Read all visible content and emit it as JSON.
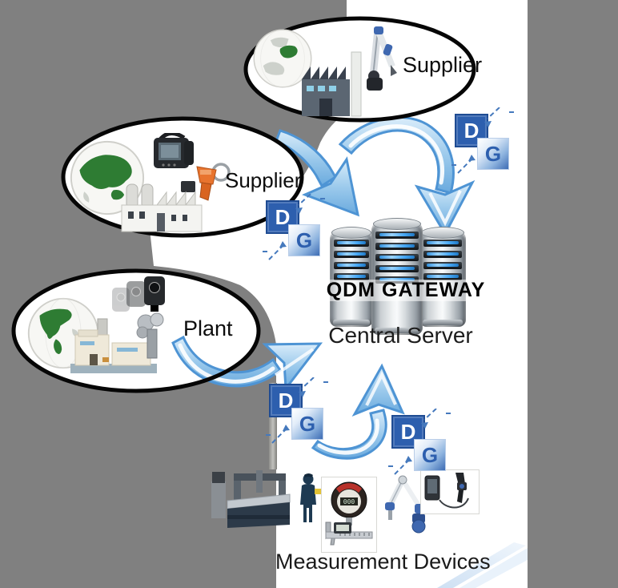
{
  "diagram": {
    "nodes": {
      "supplier_top": {
        "label": "Supplier",
        "icons": [
          "globe-europe",
          "factory-dark",
          "portable-measuring-arm"
        ]
      },
      "supplier_asia": {
        "label": "Supplier",
        "icons": [
          "globe-asia",
          "video-inspection-device",
          "handheld-3d-scanner",
          "factory-light"
        ]
      },
      "plant": {
        "label": "Plant",
        "icons": [
          "globe-americas",
          "factory-complex",
          "cnc-machine-tool"
        ]
      }
    },
    "server": {
      "title": "QDM GATEWAY",
      "caption": "Central Server",
      "tower_count": 3
    },
    "badge": {
      "d": "D",
      "g": "G",
      "count": 4
    },
    "devices": {
      "caption": "Measurement Devices",
      "gauge_reading": "000",
      "items": [
        "cmm-machine",
        "inspector",
        "dial-gauge",
        "digital-caliper",
        "portable-arm",
        "handheld-scanner"
      ]
    }
  },
  "colors": {
    "background_gray": "#808080",
    "panel_white": "#ffffff",
    "arrow_fill_light": "#cfe6f8",
    "arrow_fill_mid": "#8fc3ec",
    "arrow_stroke": "#4e94d4",
    "badge_blue": "#2d5fae",
    "globe_green": "#2e7c33",
    "label_color": "#0d0d0d"
  }
}
